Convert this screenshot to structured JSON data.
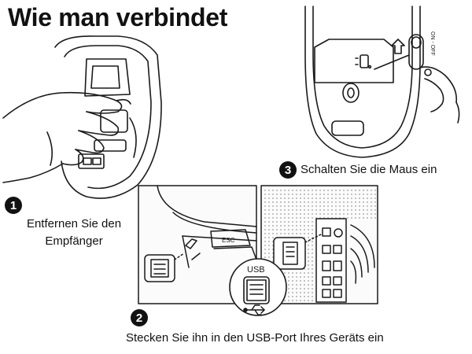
{
  "title": "Wie man verbindet",
  "steps": [
    {
      "number": "1",
      "text": "Entfernen Sie den Empfänger"
    },
    {
      "number": "2",
      "text": "Stecken Sie ihn in den USB-Port Ihres Geräts ein"
    },
    {
      "number": "3",
      "text": "Schalten Sie die Maus ein"
    }
  ],
  "labels": {
    "usb": "USB",
    "esc": "ESC",
    "switch": "ON - OFF"
  },
  "icons": {
    "usb": "usb-trident-icon",
    "arrow": "arrow-up-icon"
  }
}
